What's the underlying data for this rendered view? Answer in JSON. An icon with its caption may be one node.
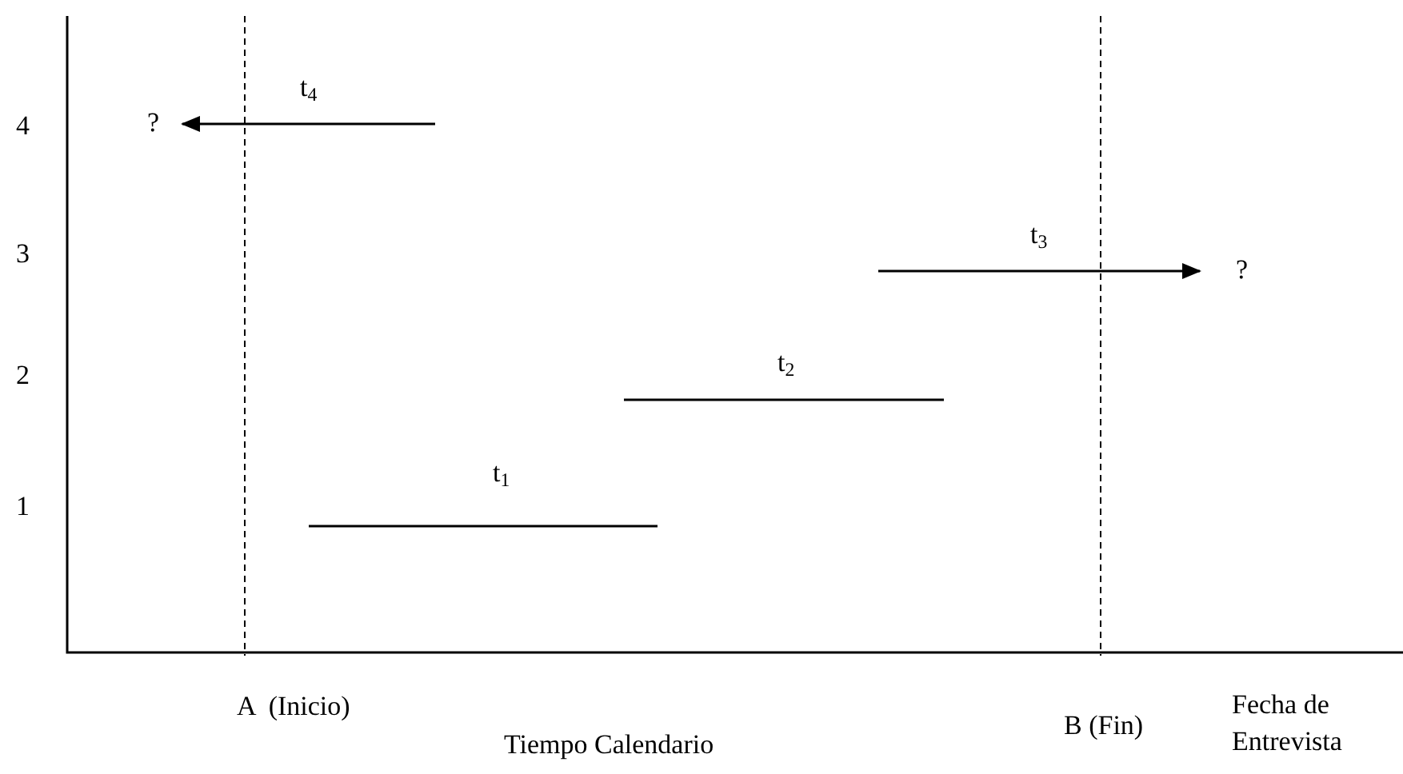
{
  "diagram": {
    "nodes": [
      {
        "text": [
          "?"
        ]
      },
      {
        "text": [
          "?"
        ]
      }
    ],
    "edges": [
      {
        "from": null,
        "to": 0,
        "arrow": "to",
        "label": "t$_{4}$"
      },
      {
        "from": null,
        "to": 1,
        "arrow": "to",
        "label": "t$_{3}$"
      }
    ],
    "labels": [
      "4",
      "3",
      "2",
      "1",
      "t$_{2}$",
      "t$_{1}$",
      "A  (Inicio)",
      "B (Fin)",
      "Fecha de Entrevista",
      "Tiempo Calendario"
    ]
  }
}
